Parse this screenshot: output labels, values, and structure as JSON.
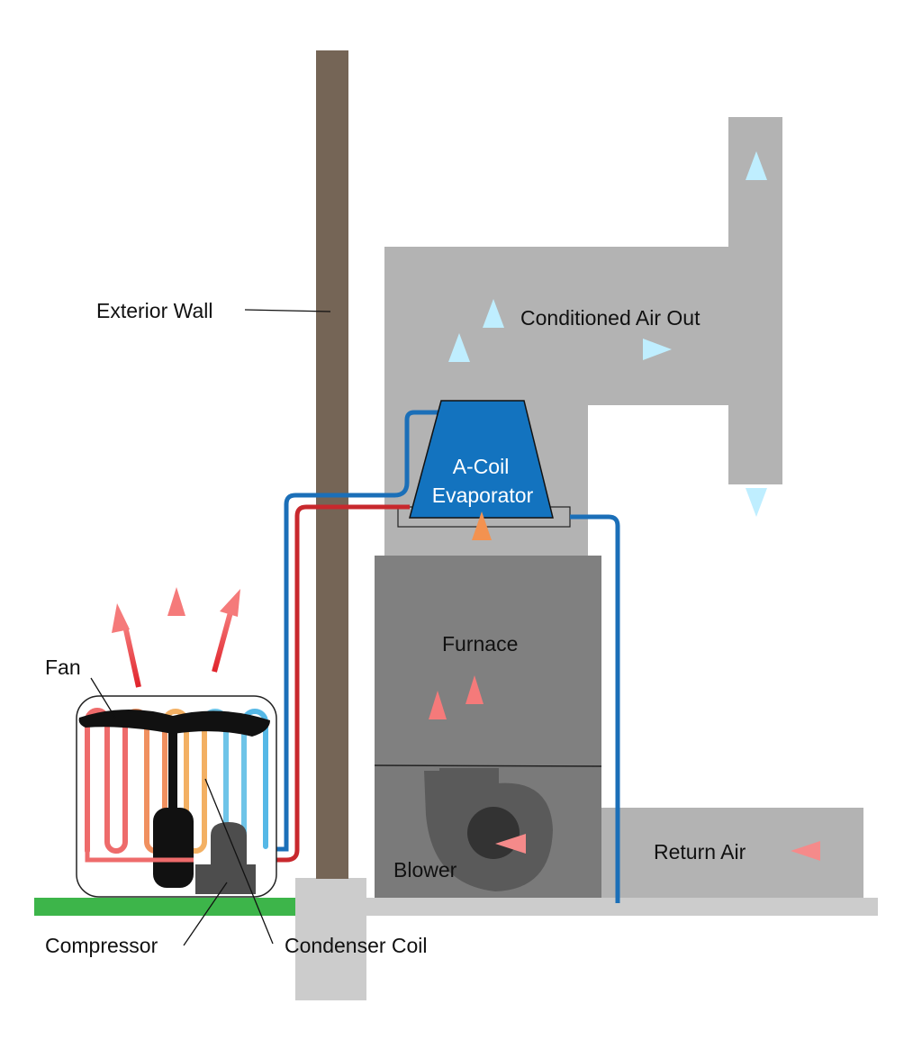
{
  "labels": {
    "exterior_wall": "Exterior Wall",
    "conditioned_air_out": "Conditioned Air Out",
    "a_coil_line1": "A-Coil",
    "a_coil_line2": "Evaporator",
    "furnace": "Furnace",
    "blower": "Blower",
    "return_air": "Return Air",
    "fan": "Fan",
    "compressor": "Compressor",
    "condenser_coil": "Condenser Coil"
  },
  "colors": {
    "wall": "#756556",
    "duct": "#b3b3b3",
    "furnace": "#808080",
    "blower_section": "#7a7a7a",
    "blower_housing": "#5a5a5a",
    "blower_hub": "#333333",
    "evaporator": "#1373bf",
    "refrigerant_cold": "#1b6fb8",
    "refrigerant_hot": "#c8282d",
    "ground": "#3db54a",
    "floor": "#cccccc",
    "hot_air": "#e0232b",
    "warm_air": "#e8772e",
    "cool_air": "#4fc3f7"
  }
}
